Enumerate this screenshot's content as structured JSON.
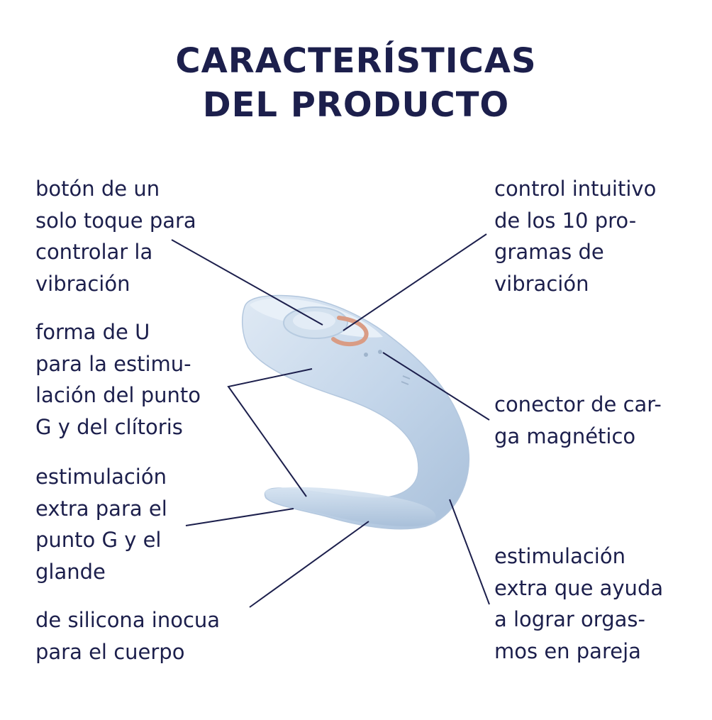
{
  "title": {
    "line1": "CARACTERÍSTICAS",
    "line2": "DEL PRODUCTO"
  },
  "colors": {
    "text": "#1c1f4c",
    "product": "#c6d8ea",
    "accent": "#d99c85"
  },
  "features": [
    {
      "id": "boton",
      "lines": [
        "botón de un",
        "solo toque para",
        "controlar la",
        "vibración"
      ]
    },
    {
      "id": "forma-u",
      "lines": [
        "forma de U",
        "para la estimu-",
        "lación del punto",
        "G y del clítoris"
      ]
    },
    {
      "id": "estim-g",
      "lines": [
        "estimulación",
        "extra para el",
        "punto G y el",
        "glande"
      ]
    },
    {
      "id": "silicona",
      "lines": [
        "de silicona inocua",
        "para el cuerpo"
      ]
    },
    {
      "id": "control",
      "lines": [
        "control intuitivo",
        "de los 10 pro-",
        "gramas de",
        "vibración"
      ]
    },
    {
      "id": "conector",
      "lines": [
        "conector de car-",
        "ga magnético"
      ]
    },
    {
      "id": "estim-pareja",
      "lines": [
        "estimulación",
        "extra que ayuda",
        "a lograr orgas-",
        "mos en pareja"
      ]
    }
  ]
}
